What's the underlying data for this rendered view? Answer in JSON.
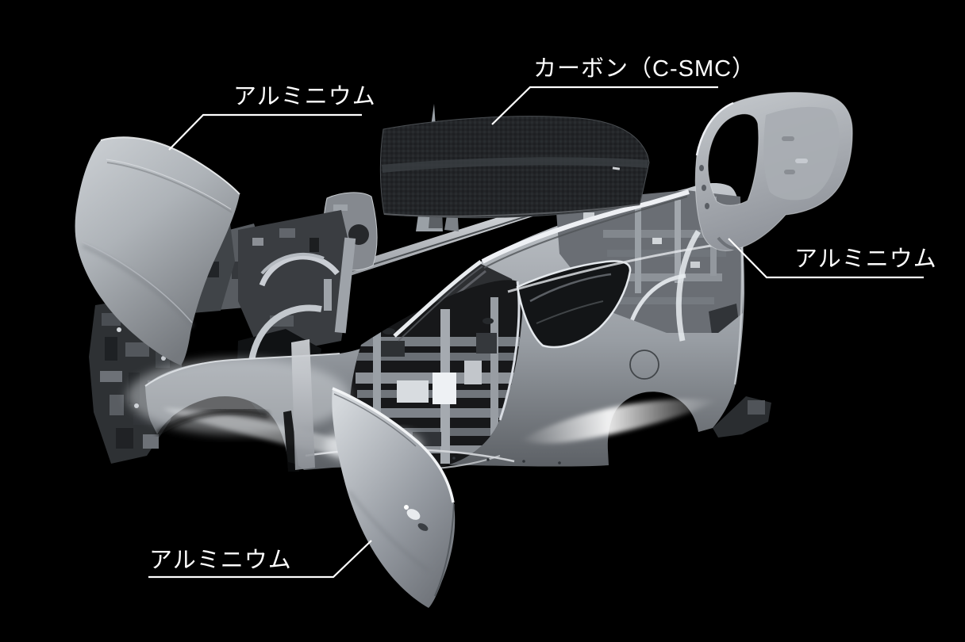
{
  "figure": {
    "background_color": "#000000",
    "callouts": {
      "hood": {
        "label": "アルミニウム"
      },
      "roof": {
        "label": "カーボン（C-SMC）"
      },
      "hatch": {
        "label": "アルミニウム"
      },
      "door": {
        "label": "アルミニウム"
      }
    },
    "style": {
      "label_color": "#ffffff",
      "leader_line_color": "#ffffff",
      "body_silver_highlight": "#f2f4f6",
      "body_silver_light": "#c9cdd1",
      "body_silver_mid": "#9aa0a6",
      "body_silver_dark": "#5f6368",
      "structure_shadow": "#2e3134",
      "carbon_black": "#232528"
    }
  }
}
